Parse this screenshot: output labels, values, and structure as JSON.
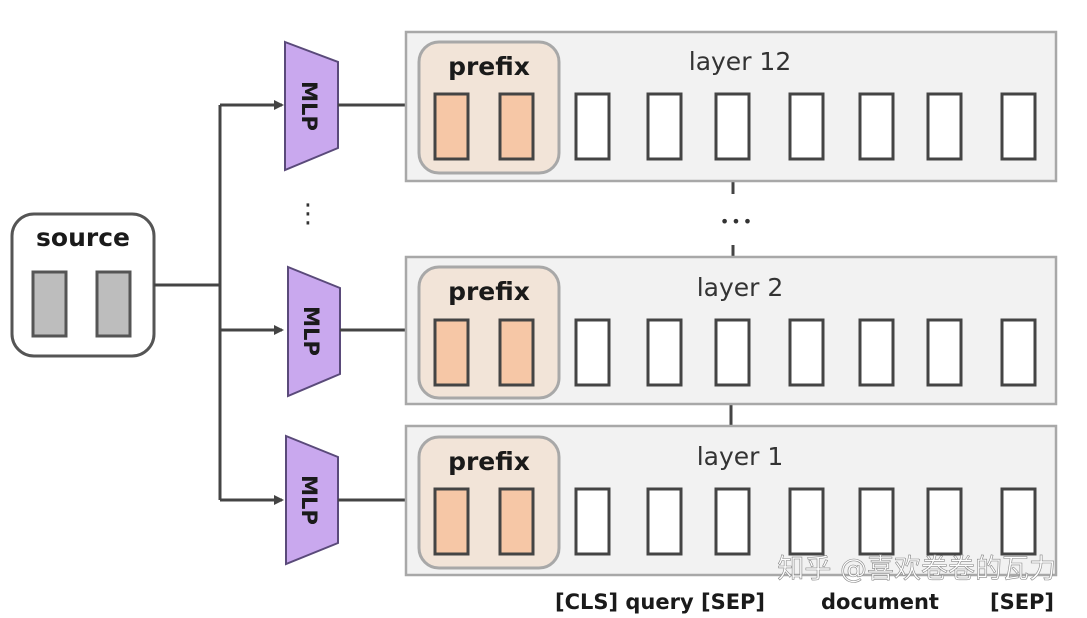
{
  "source": {
    "label": "source"
  },
  "mlp_label": "MLP",
  "ellipsis_vertical": "⋮",
  "ellipsis_dots": "•••",
  "layers": [
    {
      "title": "layer 12",
      "prefix_label": "prefix"
    },
    {
      "title": "layer 2",
      "prefix_label": "prefix"
    },
    {
      "title": "layer 1",
      "prefix_label": "prefix"
    }
  ],
  "bottom_labels": {
    "cls_query_sep": "[CLS] query [SEP]",
    "document": "document",
    "sep": "[SEP]"
  },
  "watermark": "知乎 @喜欢卷卷的瓦力",
  "colors": {
    "panel_fill": "#f2f2f2",
    "panel_stroke": "#a8a8a8",
    "prefix_fill": "#f2e4d8",
    "prefix_stroke": "#a8a8a8",
    "prefix_token_fill": "#f6c7a6",
    "token_stroke": "#444444",
    "source_token_fill": "#bdbdbd",
    "mlp_fill": "#c9a8ee",
    "mlp_stroke": "#5a4a7a",
    "line": "#444444"
  }
}
